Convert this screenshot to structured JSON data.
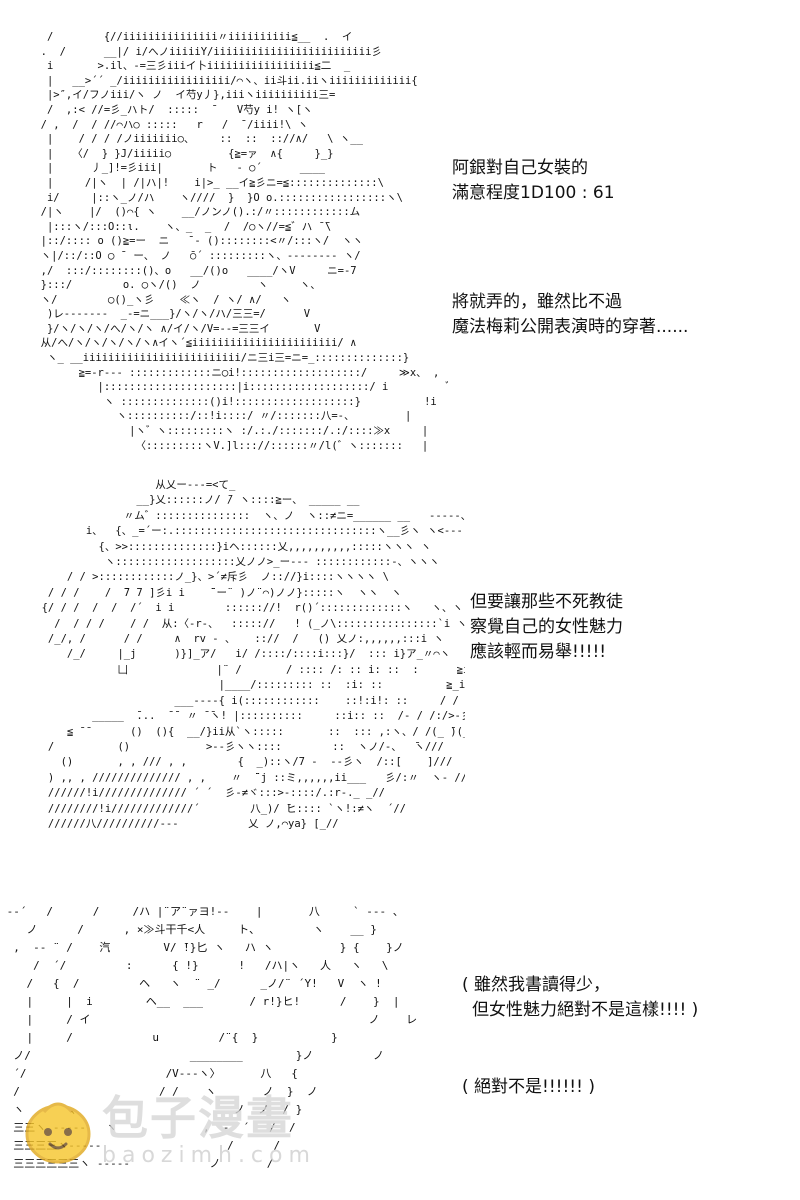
{
  "panels": [
    {
      "art": "   /        {//iiiiiiiiiiiiiii〃iiiiiiiiii≦__  .  イ\n  .  /      __|/ i/へノiiiiiY/iiiiiiiiiiiiiiiiiiiiiiiii彡\n   i       >.il、-=三彡iiiイ卜iiiiiiiiiiiiiiiii≦二  _\n   |   __>´´ _/iiiiiiiiiiiiiiiii/⌒ヽ、ii斗ii.iiヽiiiiiiiiiiiii{\n   |>″,イ/フノiii/ヽ ノ  イ芍y丿},iiiヽiiiiiiiiii三=\n   /  ,:< //=彡_ハト/  :::::  ̄    V芍y i! ヽ[ヽ\n  / ,  /  / //⌒ハ○ :::::   r   /  ̄ /iiii!\\ ヽ\n   |    / / / /ノiiiiiii○、    ::  ::  :://∧/   \\ ヽ__\n   |   〈/  } }J/iiiii○         {≧=ァ  ∧{     }_}\n   |      丿_]!=彡iii|       ト   ‐ ○´      ____\n   |     /|ヽ  | /|ハ|!    i|>_ __イ≧彡ニ=≦::::::::::::::\\\n   i/     |::ヽ_ノ/ハ    ヽ////  }  }O o.:::::::::::::::::ヽ\\\n  /|ヽ    |/  ()⌒{ ヽ    __/ノンノ().:/〃::::::::::::ム\n   |:::ヽ/:::O::ι.    ヽ、_  _  /  /○ヽ//=≦゛ハ ̄ ̄\\\n  |::/:::: o ()≧=ー  ニ   ̄ ‐ ()::::::::<〃/:::ヽ/  ヽヽ\n  ヽ|/::/::O ◯ ̄  ー、 ノ   ̄○´ :::::::::ヽ、‐‐‐‐‐‐‐‐ ヽ/\n  ,/  :::/::::::::()、o   __/()o   ____/ヽV     ニ=‐7\n  }:::/        o. ◯ヽ/()  ノ         ヽ     ヽ、\n  ヽ/        ◯()_ヽ彡    ≪ヽ  / ヽ/ ∧/   ヽ\n   )レ‐‐‐‐‐‐‐  _-=ニ___}/ヽ/ヽ/ハ/三三=/      V\n   }/ヽ/ヽ/ヽ/へ/ヽ/ヽ ∧/イ/ヽ/V=‐‐=三三イ       V\n  从/へ/ヽ/ヽ/ヽ/ヽ/ヽ∧イヽ´≦iiiiiiiiiiiiiiiiiiiiiii/ ∧\n   ヽ_ __iiiiiiiiiiiiiiiiiiiiiiiii/ニ三i三=ニ=_::::::::::::::}       〃\n        ≧=‐r‐‐‐ :::::::::::::ニ◯i!:::::::::::::::::::/     ≫x、 ,  !i\n           |:::::::::::::::::::::|i:::::::::::::::::::/ i         ゛}\n            ヽ ::::::::::::::()i!:::::::::::::::::::}          !i\n              ヽ::::::::::/::!i::::/ 〃/:::::::八=-、        |\n                |ヽ゛ヽ:::::::::ヽ :/.:./:::::::/.:/::::≫x     |\n                 〈:::::::::ヽV.]l::://::::::〃/l(゛ヽ:::::::   |",
      "captions": [
        "阿銀對自己女裝的",
        "滿意程度1D100 : 61",
        "將就弄的，雖然比不過",
        "魔法梅莉公開表演時的穿著......"
      ]
    },
    {
      "art": "                       从乂ー‐‐‐=<て_\n                    __}乂::::::ノ/ ̄/ ヽ::::≧ー、 _____ __\n                  〃ム゛:::::::::::::::  ヽ、ノ  ヽ::≠ニ=______ __   ‐‐‐‐‐、\n            i、  {、_=´ー:.::::::::::::::::::::::::::::::::ヽ__彡ヽ ヽ<‐‐‐   ‐‐  ‐__ ‐‐‐‐‐ ,\n              {、>>::::::::::::::}iヘ::::::乂,,,,,,,,,,:::::ヽヽヽ ヽ     ヽ`  7\n               ヽ:::::::::::::::::::乂ノノ>_ー‐‐‐ ::::::::::::‐、ヽヽヽ              i/\n         / / >::::::::::::ノ_}、>´≠斥彡  ノ:://}i::::ヽヽヽヽ \\\n      / / /    /  ̄7 7 ]彡i i    ̄¨ー¨ )ノ¨⌒)ノノ}:::::ヽ  ヽヽ  ヽ\n     {/ / /  /  /  /´  i i        :::::://!  r()´:::::::::::::ヽ   ヽ、ヽ  i!|\n       /  / / /    / /  从:〈‐r‐、  ::::://   ! (_ノ\\::::::::::::::::`i ヽ‐、ヽ}\n      /_/, /      / /     ∧  rv ‐ 、   :://  /   () 乂ノ:,,,,,,:::i ヽ\n         /_/     |_j      )}]_ア/   i/ /::::/::::i:::}/  ::: i}ア_〃⌒ヽ\n                 凵              |¨ /       / :::: /: :: i: ::  :      ≧i!: i ! _ノ}≧,,,,,_\n                                 |____/::::::::: ::  :i: ::          ≧_i!:: i>‐‐{ ////\n                          ___‐‐‐‐{ i(::::::::::::    ::!:i!: ::     / / :/     }///()\n             _____  ̄...  ̄ ̄  〃 ̄ ̄ヽ! |::::::::::     ::i:: ::  /‐ / /:/>-彡///\n         ≦ ̄ ̄       ()  (){  __/}ii从`ヽ:::::       ::  ::: ,:ヽ、/ /(_ ̄)(_ノ\n      /          ()            >‐‐彡ヽヽ::::        ::  ヽノ/‐、  ̄ヽ///\n        ()       , , /// , ,        {  _)::ヽ/7 ‐  ‐‐彡ヽ  /::[    ]///\n      ) ,, , ////////////// , ,    〃  ̄¨j ::ミ,,,,,,ii___   彡/:〃  ヽ‐ //\n      //////!i////////////// ´ ´  彡‐≠ヾ:::>‐::::/.:r‐._ _//\n      ////////!i/////////////´        八_)/ ̄ヒ:::: `ヽ!:≠ヽ  ´//\n      //////八//////////‐‐‐           乂 ノ,⌒ya} [_//",
      "captions": [
        "但要讓那些不死教徒",
        "察覺自己的女性魅力",
        "應該輕而易舉!!!!!"
      ]
    },
    {
      "art": " ‐‐´   /      /     /ハ |¨ア¨ァヨ!‐‐    |       八     ` ‐‐‐ 、\n    ノ      /      , ×≫斗干千<人     ト、        ヽ    __ }\n  ,  ‐‐ ¨ /    汽        V/ ̄!}匕 ヽ   ハ ヽ          } {    }ノ\n     /  ´/         :      { !}      !   /ハ|ヽ   人   ヽ   \\\n    /   {  /         ヘ   ヽ  ¨ _/      _ノ/¨ ´Y!   V  ヽ !\n    |     |  i        ヘ__  ___       / r!}ヒ!      /    }  |\n    |     / イ                                          ノ    レ\n    |     /            u         /¨{  }           }\n  ノ/                        ________        }ノ         ノ\n  ´/                     /V‐‐‐ヽ〉      八   {\n  /                     / /    ヽ       ノ  }  ノ\n  ヽ       、                       ノ  ノ  / }\n  三三ヽ ‐‐‐‐‐   ヽ             ,  ‐  ´   /  /\n  三三三三ヽ‐‐‐‐‐                   /      /\n  三三三三三三ヽ ‐‐‐‐‐            ノ       /",
      "captions": [
        "( 雖然我書讀得少，",
        "但女性魅力絕對不是這樣!!!! )",
        "( 絕對不是!!!!!! )"
      ]
    }
  ],
  "watermark": {
    "title": "包子漫畫",
    "domain": "baozimh.com",
    "colors": {
      "bun": "#f6c52a",
      "bun_outline": "#e0a81c",
      "face": "#6b4a1e"
    }
  }
}
